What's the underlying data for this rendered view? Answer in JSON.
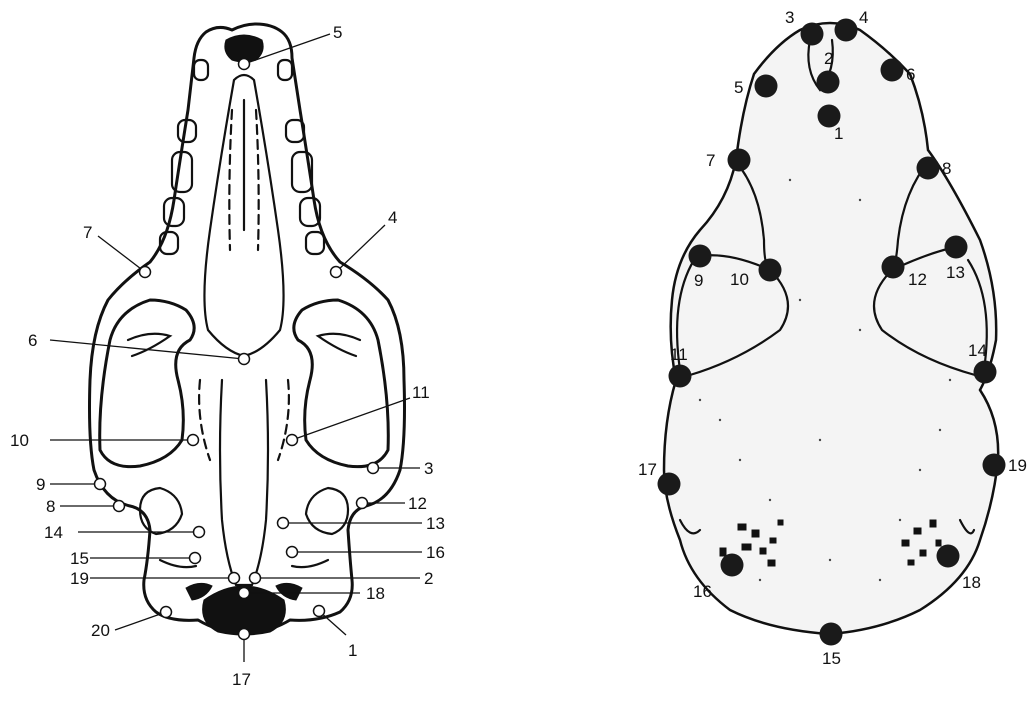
{
  "ventral_view": {
    "landmarks": [
      {
        "id": "1",
        "label": "1"
      },
      {
        "id": "2",
        "label": "2"
      },
      {
        "id": "3",
        "label": "3"
      },
      {
        "id": "4",
        "label": "4"
      },
      {
        "id": "5",
        "label": "5"
      },
      {
        "id": "6",
        "label": "6"
      },
      {
        "id": "7",
        "label": "7"
      },
      {
        "id": "8",
        "label": "8"
      },
      {
        "id": "9",
        "label": "9"
      },
      {
        "id": "10",
        "label": "10"
      },
      {
        "id": "11",
        "label": "11"
      },
      {
        "id": "12",
        "label": "12"
      },
      {
        "id": "13",
        "label": "13"
      },
      {
        "id": "14",
        "label": "14"
      },
      {
        "id": "15",
        "label": "15"
      },
      {
        "id": "16",
        "label": "16"
      },
      {
        "id": "17",
        "label": "17"
      },
      {
        "id": "18",
        "label": "18"
      },
      {
        "id": "19",
        "label": "19"
      },
      {
        "id": "20",
        "label": "20"
      }
    ],
    "marker_style": "open-circle"
  },
  "dorsal_view": {
    "landmarks": [
      {
        "id": "1",
        "label": "1"
      },
      {
        "id": "2",
        "label": "2"
      },
      {
        "id": "3",
        "label": "3"
      },
      {
        "id": "4",
        "label": "4"
      },
      {
        "id": "5",
        "label": "5"
      },
      {
        "id": "6",
        "label": "6"
      },
      {
        "id": "7",
        "label": "7"
      },
      {
        "id": "8",
        "label": "8"
      },
      {
        "id": "9",
        "label": "9"
      },
      {
        "id": "10",
        "label": "10"
      },
      {
        "id": "11",
        "label": "11"
      },
      {
        "id": "12",
        "label": "12"
      },
      {
        "id": "13",
        "label": "13"
      },
      {
        "id": "14",
        "label": "14"
      },
      {
        "id": "15",
        "label": "15"
      },
      {
        "id": "16",
        "label": "16"
      },
      {
        "id": "17",
        "label": "17"
      },
      {
        "id": "18",
        "label": "18"
      },
      {
        "id": "19",
        "label": "19"
      }
    ],
    "marker_style": "filled-circle"
  },
  "colors": {
    "ink": "#111111",
    "background": "#ffffff",
    "marker_fill": "#1a1a1a"
  }
}
